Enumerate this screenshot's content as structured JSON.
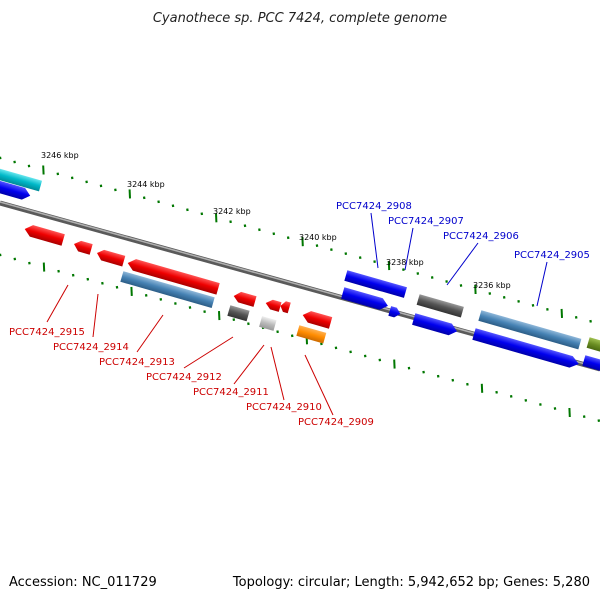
{
  "title": "Cyanothece sp. PCC 7424, complete genome",
  "footer": {
    "accession": "Accession: NC_011729",
    "summary": "Topology: circular; Length: 5,942,652 bp; Genes: 5,280"
  },
  "scale_ticks": [
    "3246 kbp",
    "3244 kbp",
    "3242 kbp",
    "3240 kbp",
    "3238 kbp",
    "3236 kbp"
  ],
  "gene_labels_top": [
    {
      "id": "PCC7424_2908",
      "color": "#0000cc"
    },
    {
      "id": "PCC7424_2907",
      "color": "#0000cc"
    },
    {
      "id": "PCC7424_2906",
      "color": "#0000cc"
    },
    {
      "id": "PCC7424_2905",
      "color": "#0000cc"
    }
  ],
  "gene_labels_bottom": [
    {
      "id": "PCC7424_2915",
      "color": "#cc0000"
    },
    {
      "id": "PCC7424_2914",
      "color": "#cc0000"
    },
    {
      "id": "PCC7424_2913",
      "color": "#cc0000"
    },
    {
      "id": "PCC7424_2912",
      "color": "#cc0000"
    },
    {
      "id": "PCC7424_2911",
      "color": "#cc0000"
    },
    {
      "id": "PCC7424_2910",
      "color": "#cc0000"
    },
    {
      "id": "PCC7424_2909",
      "color": "#cc0000"
    }
  ],
  "colors": {
    "cds_forward": "#0000ee",
    "cds_reverse": "#ee0000",
    "cds_steel": "#4682b4",
    "cds_gray": "#555555",
    "cds_light_gray": "#bbbbbb",
    "cds_orange": "#ff8c00",
    "cds_cyan": "#00b8c8",
    "cds_olive": "#6b8e23",
    "backbone": "#777777",
    "tick_dots": "#007700"
  }
}
